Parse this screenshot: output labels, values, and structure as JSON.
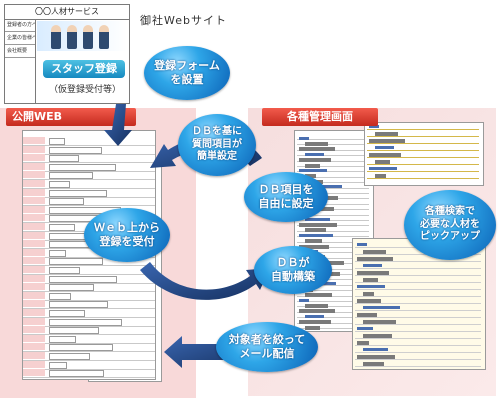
{
  "site": {
    "title": "〇〇人材サービス",
    "menu": [
      "登録者の方へ",
      "企業の皆様へ",
      "会社概要"
    ],
    "staff_button": "スタッフ登録",
    "staff_sub": "（仮登録受付等）",
    "label": "御社Webサイト"
  },
  "panels": {
    "public_web": "公開WEB",
    "management": "各種管理画面"
  },
  "bubbles": {
    "registration_form": "登録フォーム\nを設置",
    "db_questions": "ＤＢを基に\n質問項目が\n簡単設定",
    "db_items": "ＤＢ項目を\n自由に設定",
    "web_accept": "Ｗｅｂ上から\n登録を受付",
    "search_pickup": "各種検索で\n必要な人材を\nピックアップ",
    "db_auto": "ＤＢが\n自動構築",
    "mail_delivery": "対象者を絞って\nメール配信"
  },
  "colors": {
    "bubble_blue": "#1a82d0",
    "tag_red": "#d93a2c",
    "panel_pink": "#f8d9d9",
    "arrow_navy": "#1f3f78"
  }
}
